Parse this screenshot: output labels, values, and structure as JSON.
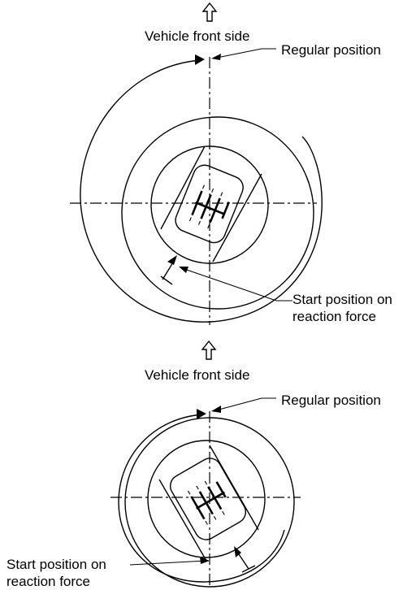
{
  "figure": {
    "top_panel": {
      "front_label": "Vehicle front side",
      "regular_label": "Regular position",
      "start_label_line1": "Start position on",
      "start_label_line2": "reaction force"
    },
    "bottom_panel": {
      "front_label": "Vehicle front side",
      "regular_label": "Regular position",
      "start_label_line1": "Start position on",
      "start_label_line2": "reaction force"
    },
    "icons": [
      "front-direction-arrow-icon",
      "shift-pattern-icon"
    ],
    "colors": {
      "ink": "#000000",
      "paper": "#ffffff"
    }
  }
}
